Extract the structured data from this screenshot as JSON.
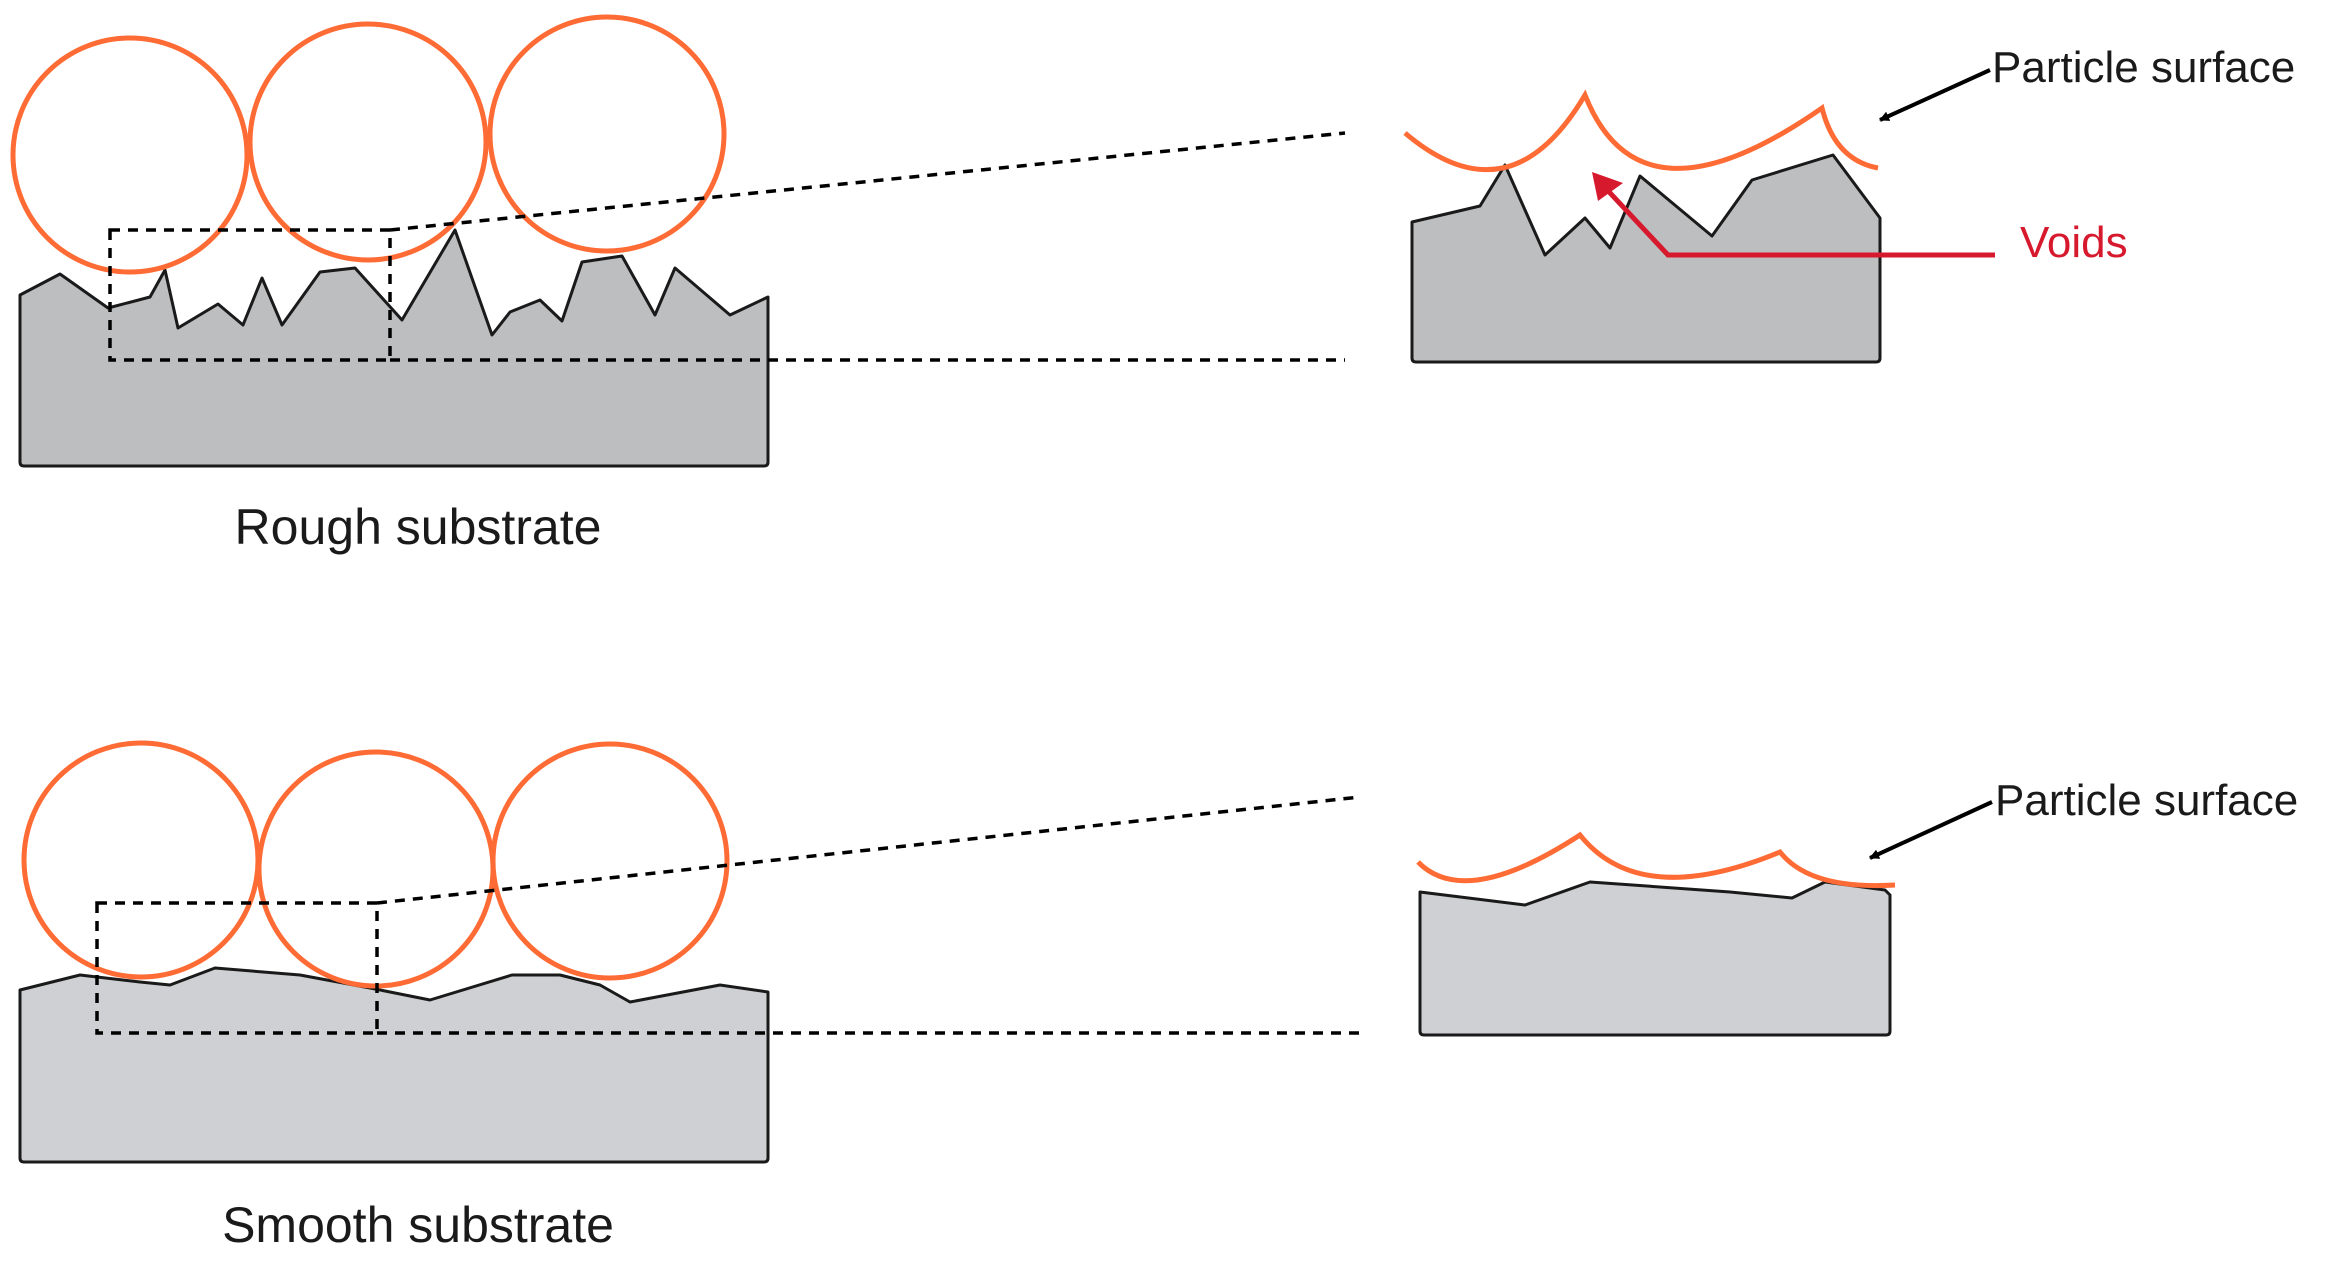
{
  "labels": {
    "rough_caption": "Rough substrate",
    "smooth_caption": "Smooth substrate",
    "rough_particle_surface": "Particle surface",
    "smooth_particle_surface": "Particle surface",
    "voids": "Voids"
  },
  "colors": {
    "particle": "#FF6B35",
    "substrate_rough": "#BDBEC0",
    "substrate_smooth": "#CFD0D3",
    "voids": "#D7192E",
    "outline": "#1A1A1A"
  }
}
